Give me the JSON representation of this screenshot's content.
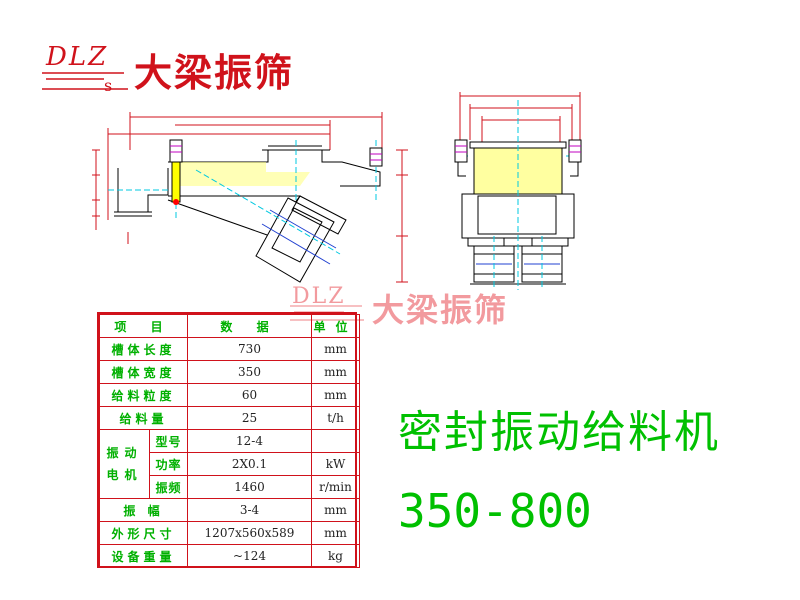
{
  "brand": {
    "letters": "DLZ",
    "subscript": "s",
    "name_cn": "大梁振筛"
  },
  "watermark": {
    "letters": "DLZ",
    "name_cn": "大梁振筛"
  },
  "product": {
    "title_cn": "密封振动给料机",
    "model": "350-800"
  },
  "spec_table": {
    "headers": {
      "item": "项 目",
      "data": "数 据",
      "unit": "单位"
    },
    "rows": [
      {
        "label": "槽体长度",
        "value": "730",
        "unit": "mm"
      },
      {
        "label": "槽体宽度",
        "value": "350",
        "unit": "mm"
      },
      {
        "label": "给料粒度",
        "value": "60",
        "unit": "mm"
      },
      {
        "label": "给料量",
        "value": "25",
        "unit": "t/h"
      }
    ],
    "motor": {
      "group_label": "振动电机",
      "rows": [
        {
          "label": "型号",
          "value": "12-4",
          "unit": ""
        },
        {
          "label": "功率",
          "value": "2X0.1",
          "unit": "kW"
        },
        {
          "label": "振频",
          "value": "1460",
          "unit": "r/min"
        }
      ]
    },
    "rows_after": [
      {
        "label": "振 幅",
        "value": "3-4",
        "unit": "mm"
      },
      {
        "label": "外形尺寸",
        "value": "1207x560x589",
        "unit": "mm"
      },
      {
        "label": "设备重量",
        "value": "~124",
        "unit": "kg"
      }
    ]
  },
  "colors": {
    "brand_red": "#d0121b",
    "line_green": "#00c000",
    "dim_red": "#d0121b",
    "outline_black": "#000000",
    "center_cyan": "#00c8e0",
    "accent_blue": "#2040d0",
    "accent_magenta": "#c000c0",
    "fill_yellow": "#ffff00"
  }
}
